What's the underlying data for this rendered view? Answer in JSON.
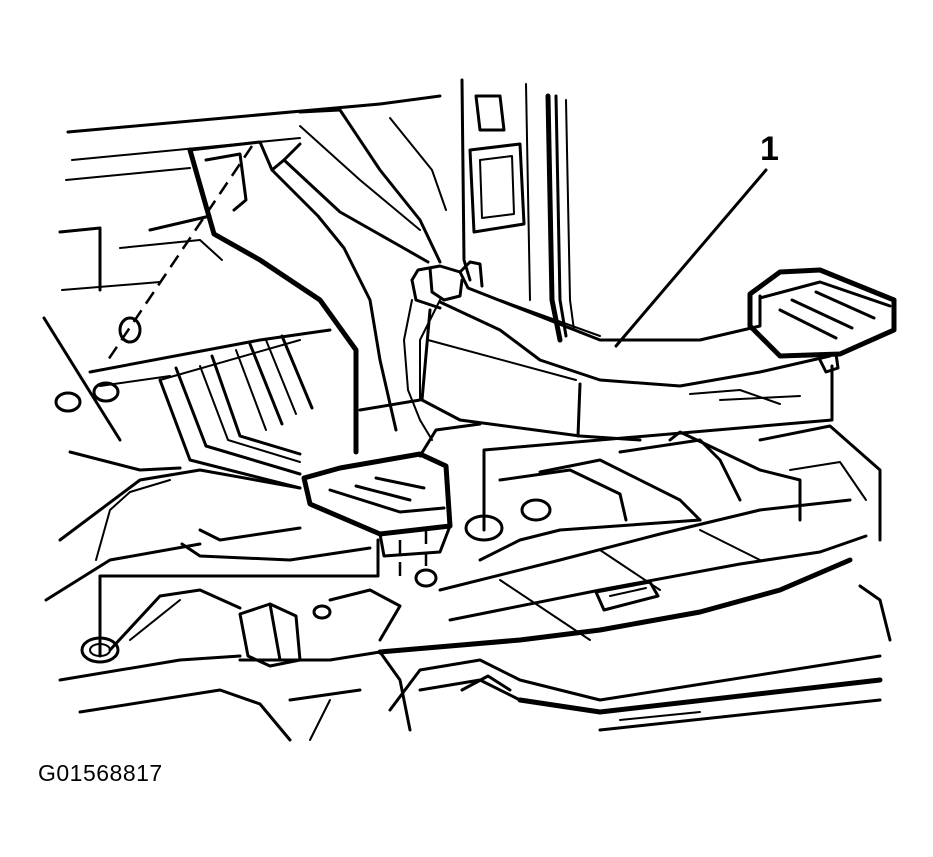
{
  "figure": {
    "id": "G01568817",
    "callouts": [
      {
        "number": "1",
        "target": "brake pedal"
      }
    ]
  },
  "colors": {
    "line": "#000000",
    "background": "#ffffff"
  }
}
